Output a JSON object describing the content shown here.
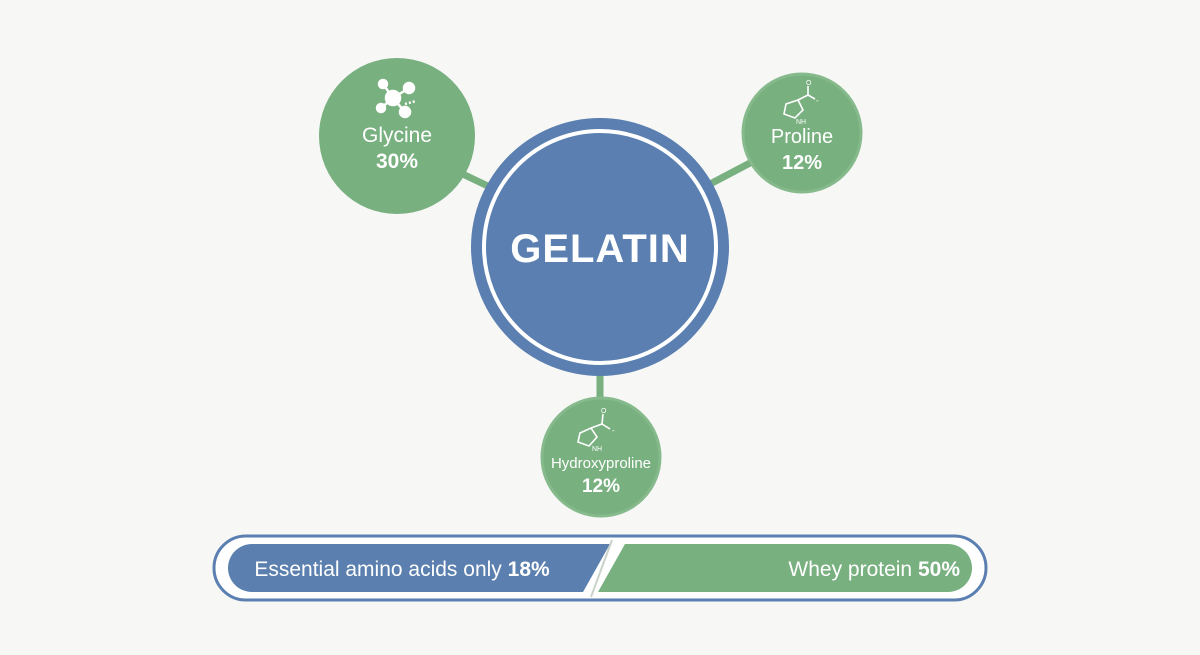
{
  "center": {
    "label": "GELATIN"
  },
  "nodes": {
    "glycine": {
      "name": "Glycine",
      "percent": "30%"
    },
    "proline": {
      "name": "Proline",
      "percent": "12%"
    },
    "hydroxyproline": {
      "name": "Hydroxyproline",
      "percent": "12%"
    }
  },
  "comparison": {
    "left": {
      "label": "Essential amino acids only",
      "percent": "18%"
    },
    "right": {
      "label": "Whey protein",
      "percent": "50%"
    }
  },
  "structure_labels": {
    "amine": "NH",
    "carboxylate": "O",
    "charge": "-"
  },
  "colors": {
    "blue": "#5b7fae",
    "blue_outline": "#5a7fb0",
    "green": "#79b080",
    "green_outline": "#86ba8c",
    "background": "#f7f8f6"
  },
  "icons": {
    "glycine": "molecule-icon",
    "proline": "pyrrolidine-ring-icon",
    "hydroxyproline": "pyrrolidine-ring-icon"
  }
}
